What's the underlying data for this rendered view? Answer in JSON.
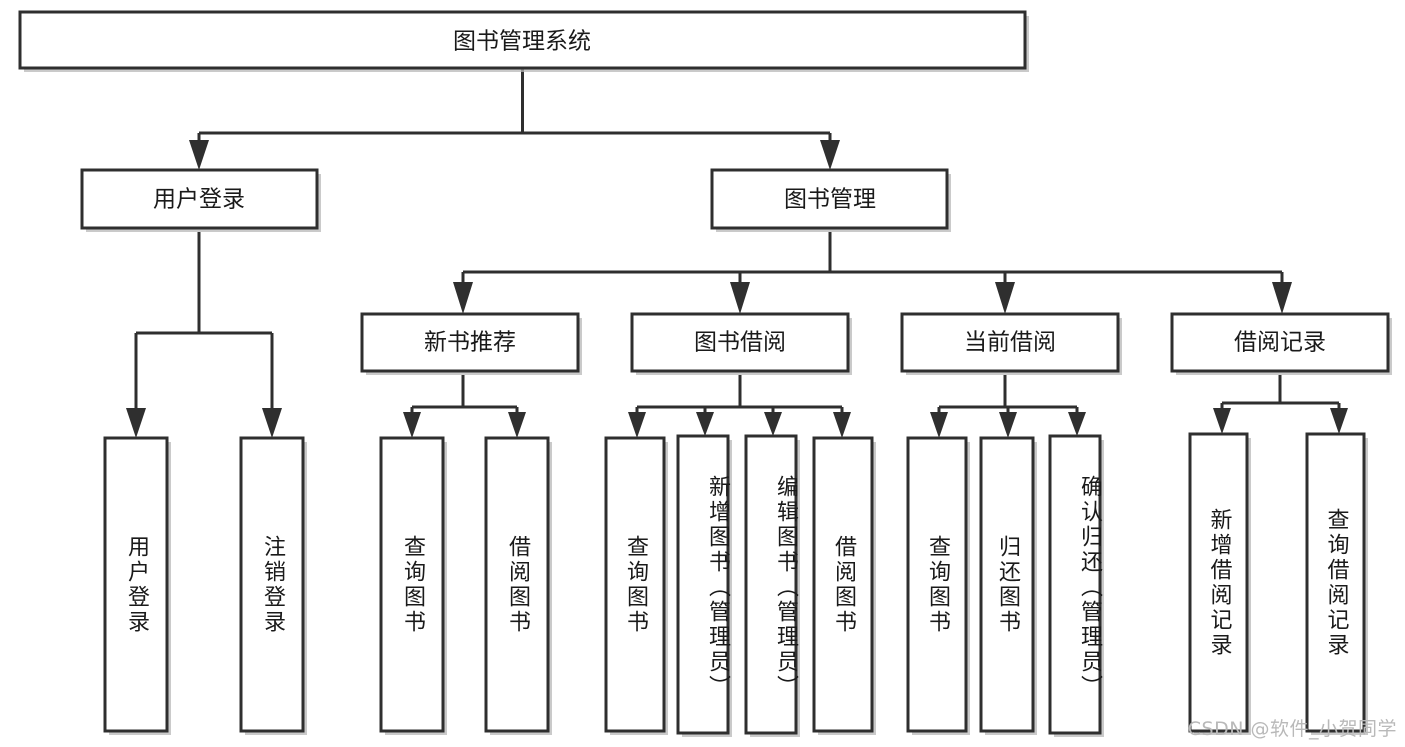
{
  "diagram": {
    "type": "tree",
    "title": "图书管理系统",
    "orientation": "top-down",
    "colors": {
      "box_stroke": "#2f2f2f",
      "box_fill": "#ffffff",
      "connector": "#2f2f2f",
      "text": "#1a1a1a",
      "watermark": "#b9b9b9",
      "background": "#ffffff"
    },
    "root": {
      "label": "图书管理系统"
    },
    "level2": [
      {
        "label": "用户登录"
      },
      {
        "label": "图书管理"
      }
    ],
    "level3": [
      {
        "label": "新书推荐"
      },
      {
        "label": "图书借阅"
      },
      {
        "label": "当前借阅"
      },
      {
        "label": "借阅记录"
      }
    ],
    "leaves": {
      "user_login": [
        {
          "label": "用户登录"
        },
        {
          "label": "注销登录"
        }
      ],
      "new_book_recommend": [
        {
          "label": "查询图书"
        },
        {
          "label": "借阅图书"
        }
      ],
      "book_borrow": [
        {
          "label": "查询图书"
        },
        {
          "label": "新增图书（管理员）"
        },
        {
          "label": "编辑图书（管理员）"
        },
        {
          "label": "借阅图书"
        }
      ],
      "current_borrow": [
        {
          "label": "查询图书"
        },
        {
          "label": "归还图书"
        },
        {
          "label": "确认归还（管理员）"
        }
      ],
      "borrow_record": [
        {
          "label": "新增借阅记录"
        },
        {
          "label": "查询借阅记录"
        }
      ]
    },
    "watermark": "CSDN @软件_小贺同学"
  }
}
